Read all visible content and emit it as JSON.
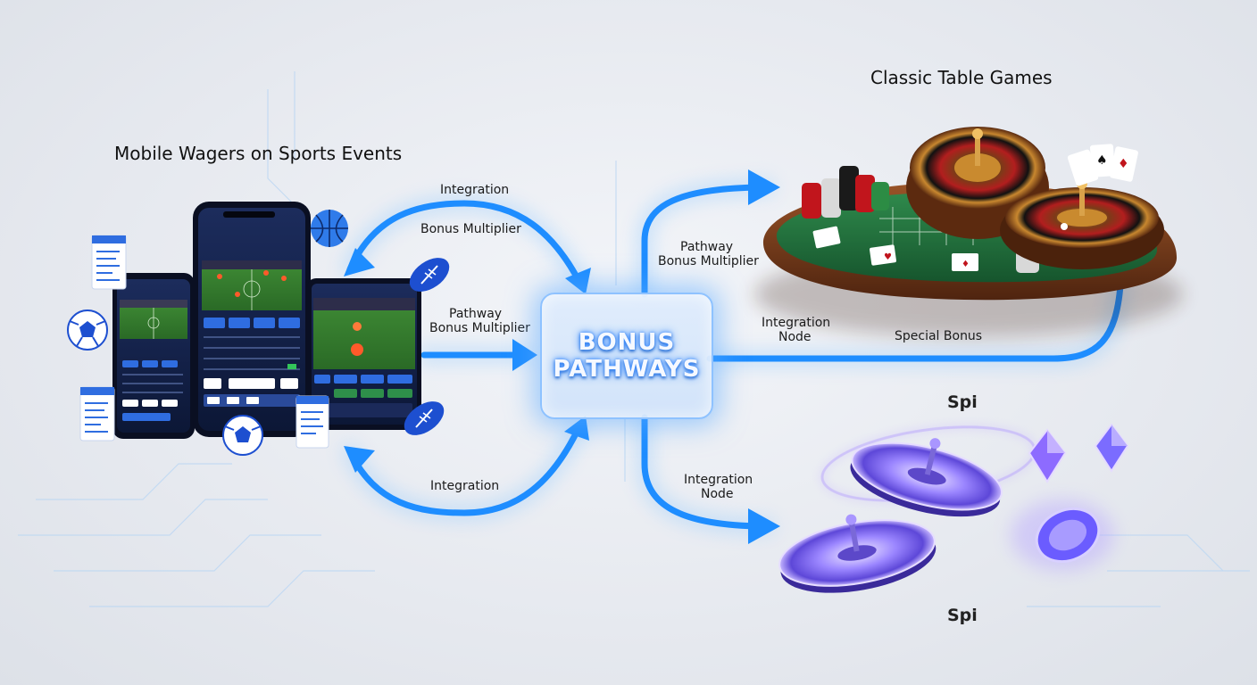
{
  "center": {
    "line1": "BONUS",
    "line2": "PATHWAYS"
  },
  "titles": {
    "sports": "Mobile Wagers on Sports Events",
    "table": "Classic Table Games"
  },
  "spin_labels": {
    "top": "Spi",
    "bottom": "Spi"
  },
  "flows": {
    "top_integration": "Integration",
    "top_bonus_multiplier": "Bonus Multiplier",
    "mid_pathway": "Pathway",
    "mid_bonus_multiplier": "Bonus Multiplier",
    "bottom_integration": "Integration",
    "right_pathway": "Pathway",
    "right_bonus_multiplier": "Bonus Multiplier",
    "right_integration": "Integration",
    "right_node": "Node",
    "special_bonus": "Special Bonus",
    "lower_integration": "Integration",
    "lower_node": "Node"
  },
  "colors": {
    "flow": "#1e8dff",
    "glow": "#8cc8ff",
    "felt": "#1f6b3a",
    "wood": "#7a3d1c",
    "spin": "#8f6bff"
  },
  "icons": [
    "soccer-ball-icon",
    "basketball-icon",
    "football-icon",
    "bet-slip-icon",
    "roulette-wheel-icon",
    "chip-stack-icon",
    "playing-cards-icon",
    "diamond-icon"
  ]
}
